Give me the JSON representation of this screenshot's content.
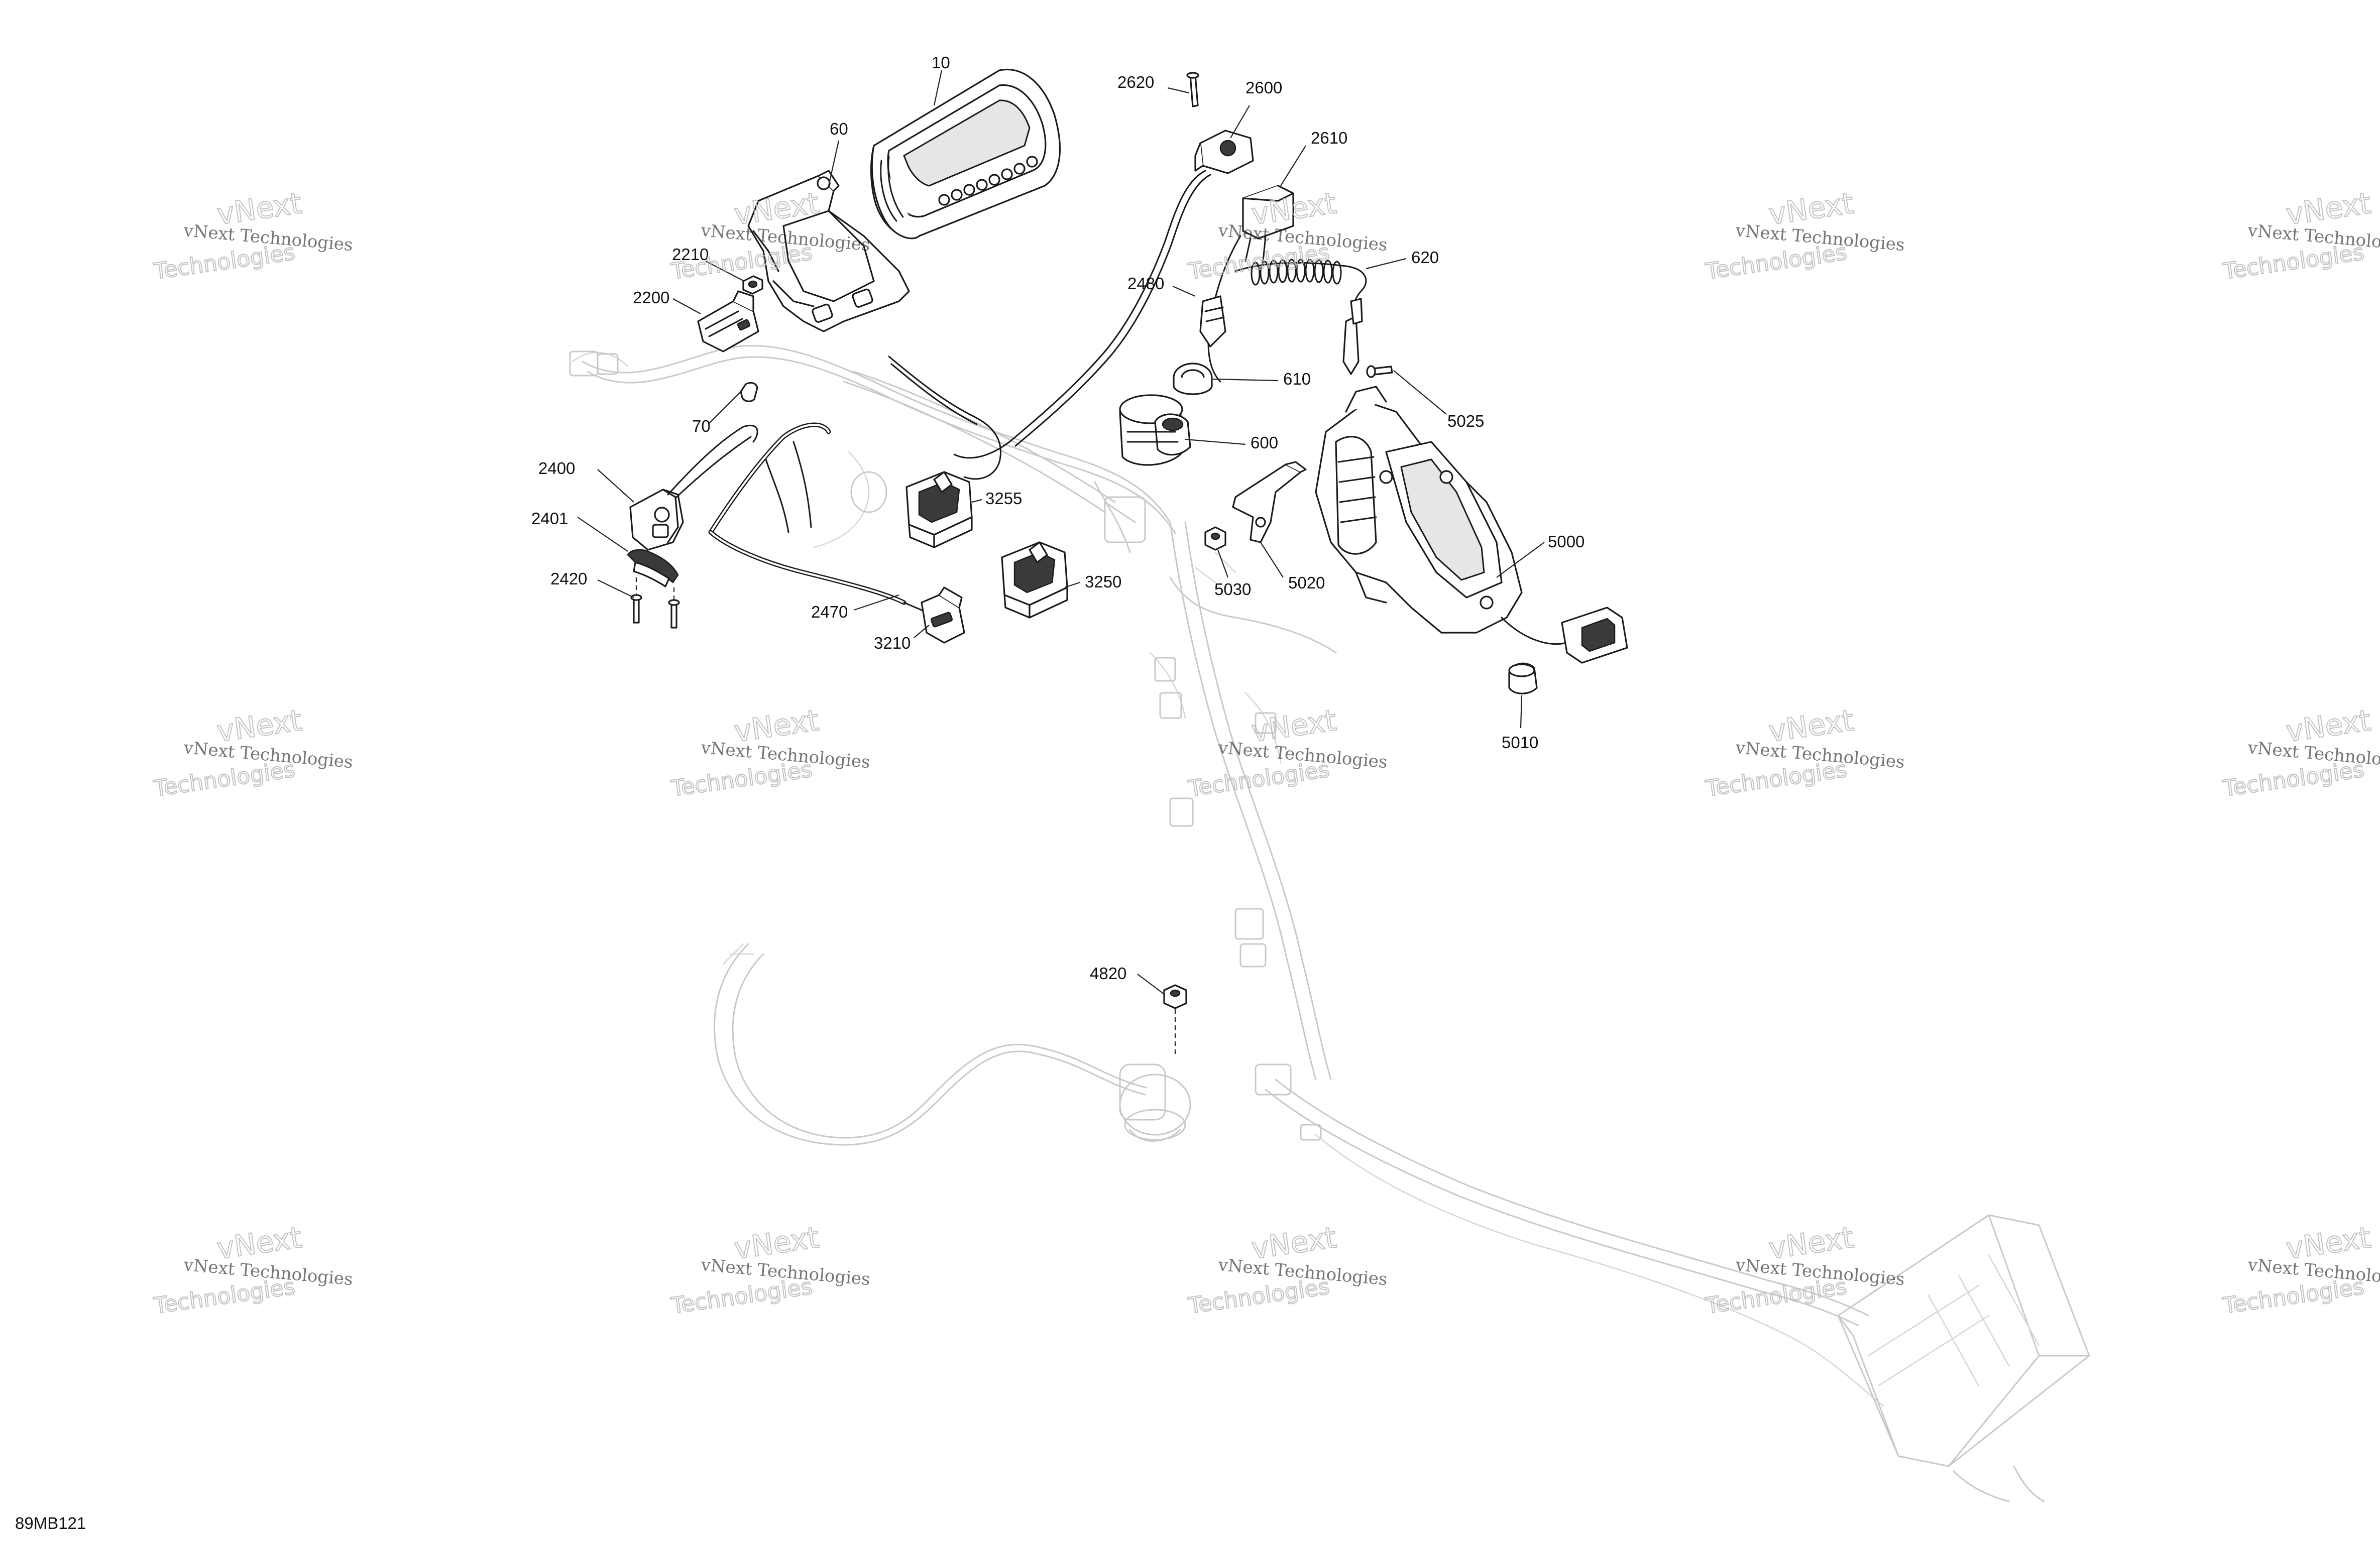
{
  "figure_code": "89MB121",
  "watermark": {
    "line1": "vNext Technologies",
    "line2": "vNext",
    "line3": "Technologies"
  },
  "callouts": {
    "c10": "10",
    "c60": "60",
    "c70": "70",
    "c600": "600",
    "c610": "610",
    "c620": "620",
    "c2200": "2200",
    "c2210": "2210",
    "c2400": "2400",
    "c2401": "2401",
    "c2420": "2420",
    "c2470": "2470",
    "c2480": "2480",
    "c2600": "2600",
    "c2610": "2610",
    "c2620": "2620",
    "c3210": "3210",
    "c3250": "3250",
    "c3255": "3255",
    "c4820": "4820",
    "c5000": "5000",
    "c5010": "5010",
    "c5020": "5020",
    "c5025": "5025",
    "c5030": "5030"
  },
  "colors": {
    "line": "#1a1a1a",
    "ghost": "#c9c9c9",
    "watermark_outline": "#b9b9b9",
    "background": "#ffffff"
  }
}
